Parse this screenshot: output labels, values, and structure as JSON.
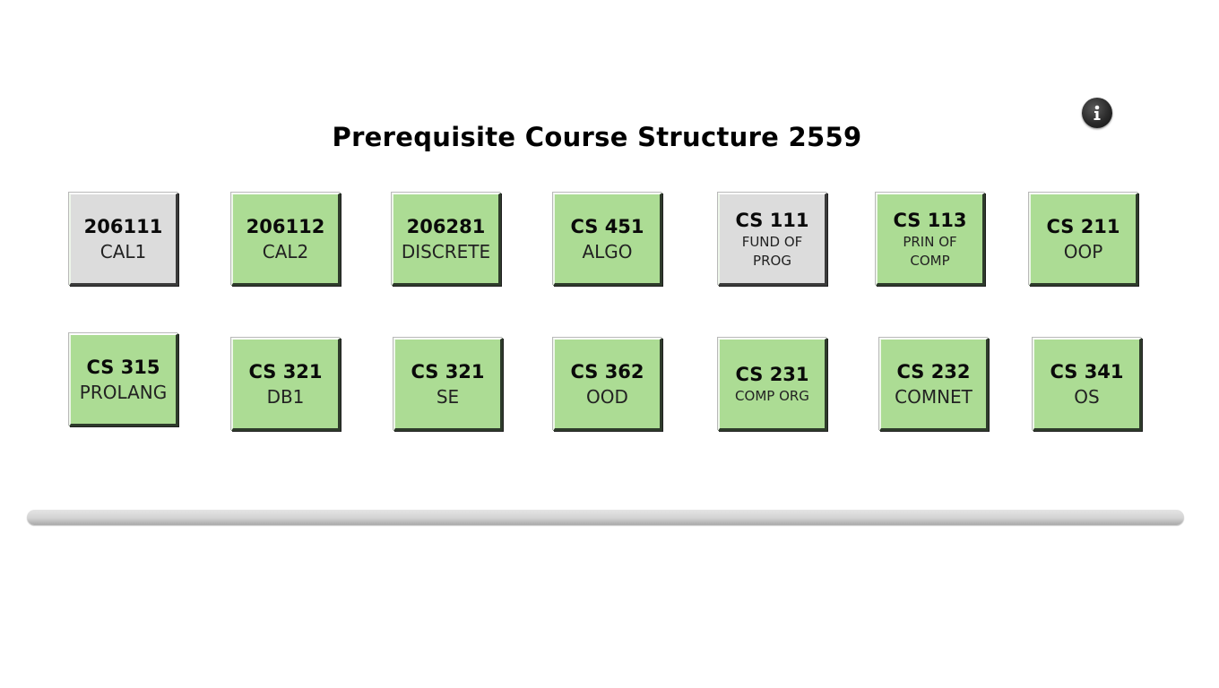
{
  "page": {
    "title": "Prerequisite Course Structure 2559"
  },
  "info_button": {
    "icon": "info-icon"
  },
  "colors": {
    "completed_tile": "#acdc94",
    "pending_tile": "#dcdcdc"
  },
  "row1": [
    {
      "code": "206111",
      "name": "CAL1",
      "state": "grey"
    },
    {
      "code": "206112",
      "name": "CAL2",
      "state": "green"
    },
    {
      "code": "206281",
      "name": "DISCRETE",
      "state": "green"
    },
    {
      "code": "CS 451",
      "name": "ALGO",
      "state": "green"
    },
    {
      "code": "CS 111",
      "name": "FUND OF PROG",
      "state": "grey"
    },
    {
      "code": "CS 113",
      "name": "PRIN OF COMP",
      "state": "green"
    },
    {
      "code": "CS 211",
      "name": "OOP",
      "state": "green"
    }
  ],
  "row2": [
    {
      "code": "CS 315",
      "name": "PROLANG",
      "state": "green"
    },
    {
      "code": "CS 321",
      "name": "DB1",
      "state": "green"
    },
    {
      "code": "CS 321",
      "name": "SE",
      "state": "green"
    },
    {
      "code": "CS 362",
      "name": "OOD",
      "state": "green"
    },
    {
      "code": "CS 231",
      "name": "COMP ORG",
      "state": "green"
    },
    {
      "code": "CS 232",
      "name": "COMNET",
      "state": "green"
    },
    {
      "code": "CS 341",
      "name": "OS",
      "state": "green"
    }
  ]
}
